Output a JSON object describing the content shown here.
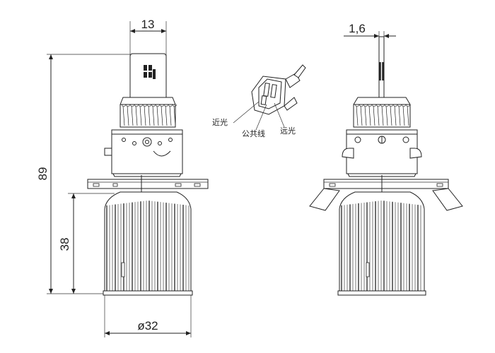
{
  "dimensions": {
    "top_width": "13",
    "total_height": "89",
    "body_height": "38",
    "diameter": "ø32",
    "pin_width": "1,6"
  },
  "connector_labels": {
    "low_beam": "近光",
    "common_wire": "公共线",
    "high_beam": "远光"
  },
  "colors": {
    "line": "#222222",
    "background": "#ffffff"
  }
}
